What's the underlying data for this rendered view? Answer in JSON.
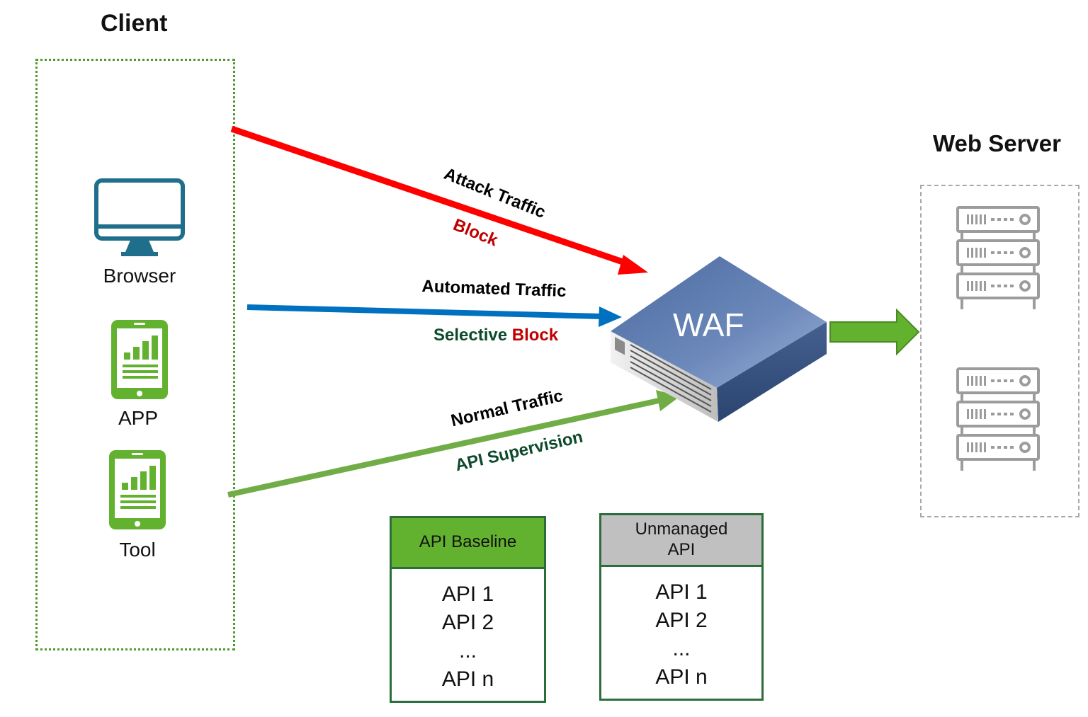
{
  "client": {
    "title": "Client",
    "devices": [
      {
        "label": "Browser",
        "icon": "monitor-icon"
      },
      {
        "label": "APP",
        "icon": "tablet-chart-icon"
      },
      {
        "label": "Tool",
        "icon": "tablet-chart-icon"
      }
    ]
  },
  "traffic": {
    "attack": {
      "label": "Attack Traffic",
      "action": "Block",
      "color": "#ff0000"
    },
    "automated": {
      "label": "Automated Traffic",
      "action_prefix": "Selective ",
      "action_suffix": "Block",
      "color": "#0070c0"
    },
    "normal": {
      "label": "Normal Traffic",
      "action": "API Supervision",
      "color": "#70ad47"
    }
  },
  "waf": {
    "label": "WAF"
  },
  "server": {
    "title": "Web Server",
    "icon": "server-rack-icon"
  },
  "api_baseline": {
    "header": "API Baseline",
    "header_color": "#63b22f",
    "items": [
      "API 1",
      "API 2",
      "...",
      "API n"
    ]
  },
  "unmanaged_api": {
    "header_line1": "Unmanaged",
    "header_line2": "API",
    "header_color": "#c0c0c0",
    "items": [
      "API 1",
      "API 2",
      "...",
      "API n"
    ]
  },
  "colors": {
    "label_dark": "#000000",
    "action_dark_green": "#0d4a2c",
    "block_red": "#c00000",
    "device_green": "#63b22f",
    "monitor_teal": "#1f6e8c",
    "server_gray": "#9c9c9c",
    "forward_arrow": "#63b22f"
  }
}
